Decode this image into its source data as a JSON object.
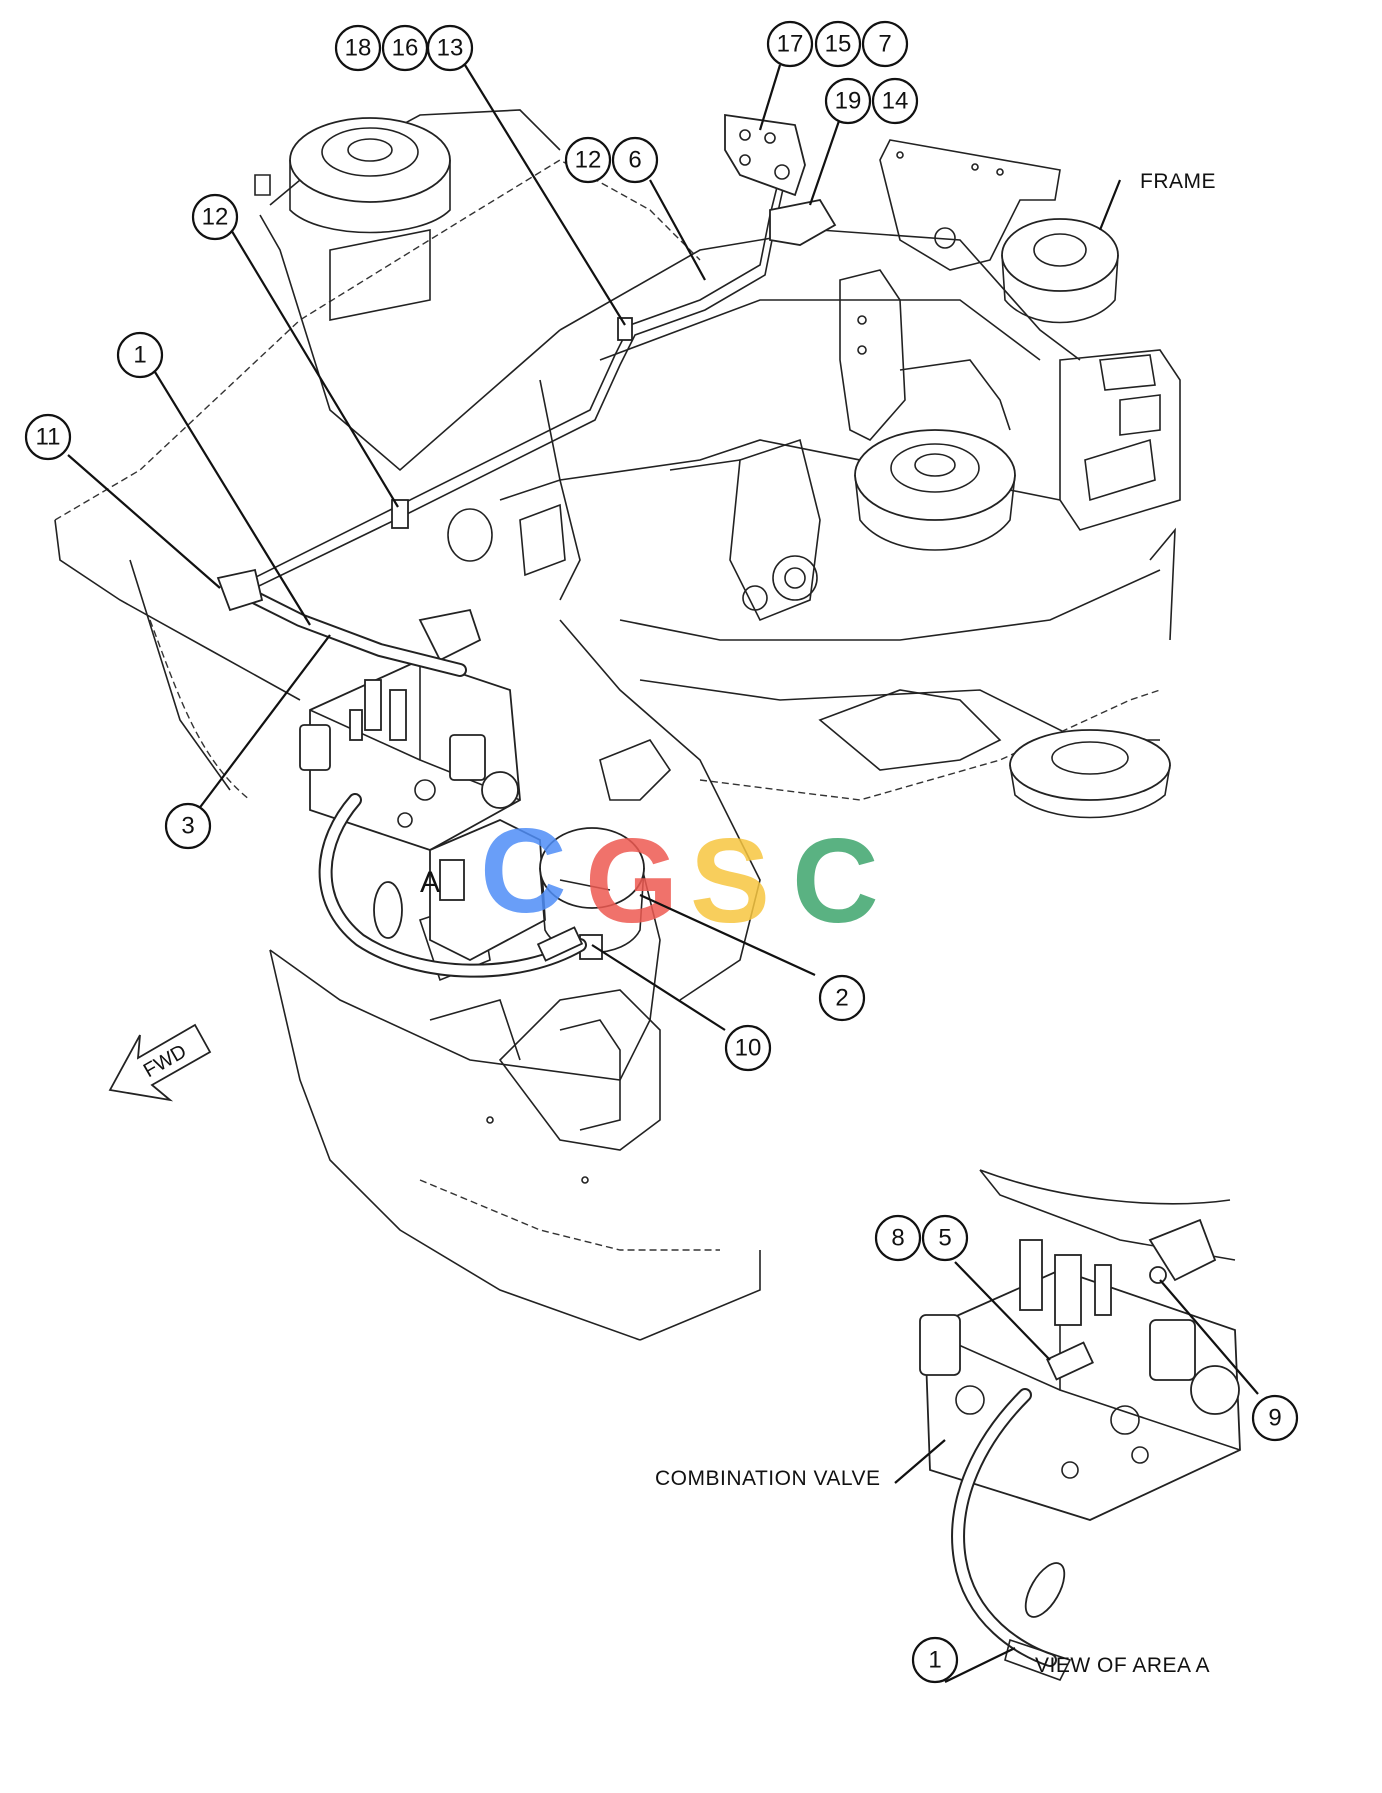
{
  "labels": {
    "frame": "FRAME",
    "combination_valve": "COMBINATION VALVE",
    "view_of_area": "VIEW OF AREA A",
    "area_marker": "A",
    "fwd": "FWD"
  },
  "callouts": {
    "c18": "18",
    "c16": "16",
    "c13": "13",
    "c17": "17",
    "c15": "15",
    "c7": "7",
    "c19": "19",
    "c14": "14",
    "c12a": "12",
    "c6": "6",
    "c12b": "12",
    "c1a": "1",
    "c11": "11",
    "c3": "3",
    "c2": "2",
    "c10": "10",
    "c8": "8",
    "c5": "5",
    "c9": "9",
    "c1b": "1"
  },
  "watermark": {
    "letters": [
      "C",
      "G",
      "S",
      "C"
    ],
    "colors": [
      "#4f8ef7",
      "#ee5a52",
      "#f7c640",
      "#3ea56d"
    ]
  }
}
